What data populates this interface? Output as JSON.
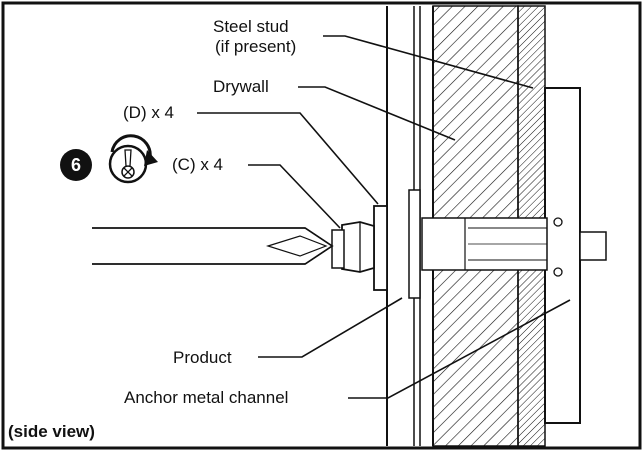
{
  "labels": {
    "steel_stud": "Steel stud",
    "steel_stud_note": "(if present)",
    "drywall": "Drywall",
    "screw_d": "(D) x 4",
    "screw_c": "(C) x 4",
    "step_number": "6",
    "product": "Product",
    "anchor_channel": "Anchor metal channel",
    "view_note": "(side view)"
  },
  "colors": {
    "line": "#111111",
    "fill_light": "#f2f2f2",
    "background": "#ffffff"
  },
  "icons": {
    "step_badge": "black-circle-number",
    "rotate": "clockwise-rotation-screwdriver-icon"
  }
}
